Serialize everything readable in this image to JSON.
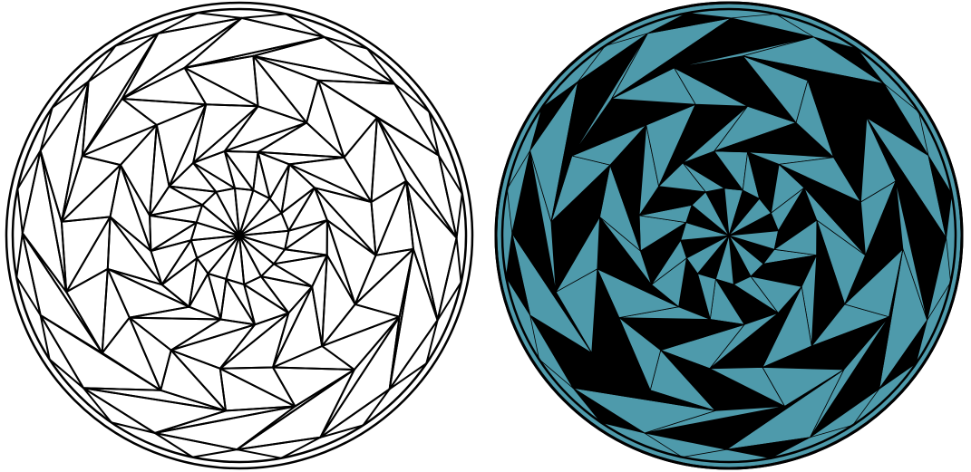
{
  "panels": [
    {
      "id": "outline",
      "fill_mode": "none",
      "fill_color": "#ffffff",
      "line_color": "#000000"
    },
    {
      "id": "colored",
      "fill_mode": "two-tone",
      "fill_color": "#4e9aab",
      "dark_color": "#000000",
      "line_color": "#000000"
    }
  ],
  "pattern": {
    "rings": [
      {
        "spokes": 16
      },
      {
        "spokes": 16
      },
      {
        "spokes": 16
      },
      {
        "spokes": 16
      },
      {
        "spokes": 16
      }
    ],
    "outer_border": "double-ring"
  }
}
